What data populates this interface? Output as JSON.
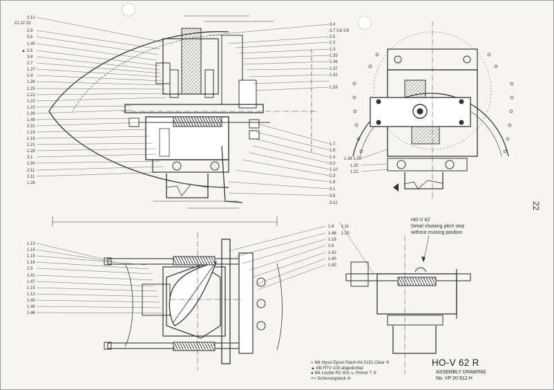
{
  "drawing": {
    "title": "HO-V 62 R",
    "subtitle_line1": "ASSEMBLY DRAWING",
    "subtitle_line2": "No. VP 20-512 H",
    "page_number": "22"
  },
  "detail": {
    "line1": "HO-V 62",
    "line2": "Detail showing pitch stop",
    "line3": "without cruising position"
  },
  "notes": [
    "Mit Hysol Epoxi Patch-Kit 0151 Clear",
    "Mit RTV 109 abgedichtet",
    "Mit Loctite RC 601 u. Primer T",
    "Sicherungslack"
  ],
  "note_symbols": [
    "◗",
    "▲",
    "●",
    "××"
  ],
  "note_marks": [
    "⑥",
    "",
    "⑥",
    "⑥"
  ],
  "labels": {
    "top_left": [
      "3.12",
      "2.9",
      "3.6",
      "1.45",
      "▲ 3.3",
      "3.8",
      "2.7",
      "1.27",
      "2.4",
      "1.26",
      "1.25",
      "1.21",
      "1.22",
      "1.23",
      "1.39",
      "1.49",
      "1.31",
      "1.18",
      "1.16",
      "1.21",
      "1.28",
      "3.1",
      "1.30",
      "2.11",
      "3.11",
      "1.26"
    ],
    "top_left_top": "21 22 23",
    "top_mid": [
      "3.4",
      "2.5",
      "1.2",
      "1.3",
      "1.35",
      "1.36",
      "1.37",
      "1.32",
      "1.33",
      "1.7",
      "1.8",
      "1.4",
      "3.2",
      "1.10",
      "2.3",
      "1.9",
      "3.1",
      "3.5",
      "3.12"
    ],
    "top_mid_top": "3.7 3.8 3.9",
    "top_right": [
      "1.38 1.39",
      "1.32",
      "1.21"
    ],
    "bottom_left": [
      "1.13",
      "1.14",
      "1.15",
      "1.16",
      "1.5",
      "1.41",
      "1.47",
      "1.15",
      "1.12",
      "1.43",
      "1.44",
      "1.46"
    ],
    "bottom_mid": [
      "1.6",
      "1.48",
      "1.19",
      "1.8",
      "1.42",
      "1.40",
      "1.50"
    ],
    "bottom_mid2": [
      "1.11",
      "1.20"
    ]
  }
}
